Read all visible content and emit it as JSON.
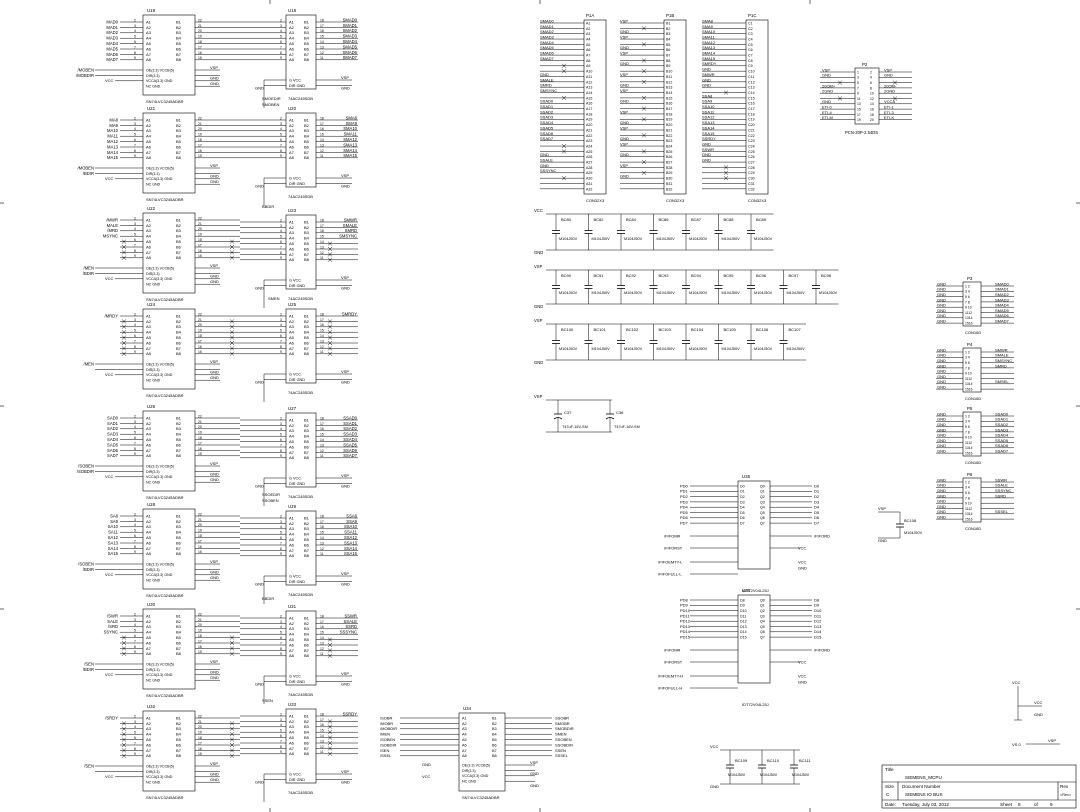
{
  "title_block": {
    "title_caption": "Title",
    "title": "SIEMENS_MCPU",
    "size_caption": "Size",
    "size": "C",
    "docnum_caption": "Document Number",
    "docnum": "SIEMENS IO BUS",
    "rev_caption": "Rev",
    "rev": "<Rev>",
    "date_caption": "Date:",
    "date": "Tuesday, July 03, 2012",
    "sheet_caption": "Sheet",
    "sheet_no": "8",
    "of_caption": "of",
    "sheet_total": "9"
  },
  "buffers_left": [
    {
      "ref": "U19",
      "part": "SN74LVC3245ADBR",
      "a_nets": [
        "MAD0",
        "MAD1",
        "MAD2",
        "MAD3",
        "MAD4",
        "MAD5",
        "MAD6",
        "MAD7"
      ],
      "ctrl_nets": [
        "/MOBEN",
        "/MOBDIR"
      ]
    },
    {
      "ref": "U21",
      "part": "SN74LVC3245ADBR",
      "a_nets": [
        "MA8",
        "MA9",
        "MA10",
        "MA11",
        "MA12",
        "MA13",
        "MA14",
        "MA15"
      ],
      "ctrl_nets": [
        "/MOBEN",
        "/BDIR"
      ]
    },
    {
      "ref": "U22",
      "part": "SN74LVC3245ADBR",
      "a_nets": [
        "/MWR",
        "MALE",
        "/MRD",
        "MSYNC",
        "",
        "",
        "",
        ""
      ],
      "ctrl_nets": [
        "/MEN",
        "/BDIR"
      ]
    },
    {
      "ref": "U24",
      "part": "SN74LVC3245ADBR",
      "a_nets": [
        "/MRDY",
        "",
        "",
        "",
        "",
        "",
        "",
        ""
      ],
      "ctrl_nets": [
        "/MEN",
        ""
      ]
    },
    {
      "ref": "U26",
      "part": "SN74LVC3245ADBR",
      "a_nets": [
        "SAD0",
        "SAD1",
        "SAD2",
        "SAD3",
        "SAD4",
        "SAD5",
        "SAD6",
        "SAD7"
      ],
      "ctrl_nets": [
        "/SOBEN",
        "/SOBDIR"
      ]
    },
    {
      "ref": "U28",
      "part": "SN74LVC3245ADBR",
      "a_nets": [
        "SA8",
        "SA9",
        "SA10",
        "SA11",
        "SA12",
        "SA13",
        "SA14",
        "SA15"
      ],
      "ctrl_nets": [
        "/SOBEN",
        "/BDIR"
      ]
    },
    {
      "ref": "U30",
      "part": "SN74LVC3245ADBR",
      "a_nets": [
        "/SWR",
        "SALE",
        "/SRD",
        "SSYNC",
        "",
        "",
        "",
        ""
      ],
      "ctrl_nets": [
        "/SEN",
        "/BDIR"
      ]
    },
    {
      "ref": "U32",
      "part": "SN74LVC3245ADBR",
      "a_nets": [
        "/SRDY",
        "",
        "",
        "",
        "",
        "",
        "",
        ""
      ],
      "ctrl_nets": [
        "/SEN",
        ""
      ]
    }
  ],
  "buffers_mid": [
    {
      "ref": "U18",
      "part": "74AC245SDB",
      "b_nets": [
        "SMAD0",
        "SMAD1",
        "SMAD2",
        "SMAD3",
        "SMAD4",
        "SMAD5",
        "SMAD6",
        "SMAD7"
      ]
    },
    {
      "ref": "U20",
      "part": "74AC245SDB",
      "b_nets": [
        "SMA8",
        "SMA9",
        "SMA10",
        "SMA11",
        "SMA12",
        "SMA13",
        "SMA14",
        "SMA15"
      ]
    },
    {
      "ref": "U23",
      "part": "74AC245SDB",
      "b_nets": [
        "SMWR",
        "SMALE",
        "SMRD",
        "SMSYNC",
        "",
        "",
        "",
        ""
      ]
    },
    {
      "ref": "U25",
      "part": "74AC245SDB",
      "b_nets": [
        "SMRDY",
        "",
        "",
        "",
        "",
        "",
        "",
        ""
      ]
    },
    {
      "ref": "U27",
      "part": "74AC245SDB",
      "b_nets": [
        "SSAD0",
        "SSAD1",
        "SSAD2",
        "SSAD3",
        "SSAD4",
        "SSAD5",
        "SSAD6",
        "SSAD7"
      ]
    },
    {
      "ref": "U29",
      "part": "74AC245SDB",
      "b_nets": [
        "SSA8",
        "SSA9",
        "SSA10",
        "SSA11",
        "SSA12",
        "SSA13",
        "SSA14",
        "SSA15"
      ]
    },
    {
      "ref": "U31",
      "part": "74AC245SDB",
      "b_nets": [
        "SSWR",
        "SSALE",
        "SSRD",
        "SSSYNC",
        "",
        "",
        "",
        ""
      ]
    },
    {
      "ref": "U33",
      "part": "74AC245SDB",
      "b_nets": [
        "SSRDY",
        "",
        "",
        "",
        "",
        "",
        "",
        ""
      ]
    }
  ],
  "pin_a": [
    "A1",
    "A2",
    "A3",
    "A4",
    "A5",
    "A6",
    "A7",
    "A8"
  ],
  "pin_b": [
    "B1",
    "B2",
    "B3",
    "B4",
    "B5",
    "B6",
    "B7",
    "B8"
  ],
  "ctrl_pins_left": [
    "OE(3.3) VCCB(5)",
    "DIR(3.3)",
    "VCCA(3.3) GND",
    "NC    GND"
  ],
  "ctrl_pins_mid": [
    "G   VCC",
    "DIR  GND"
  ],
  "power": {
    "vsp": "VSP",
    "vcc": "VCC",
    "gnd": "GND"
  },
  "side_labels": {
    "smoedir": "SMOEDIR",
    "smoben": "SMOBEN",
    "ssoedir": "SSOEDIR",
    "ssoben": "SSOBEN",
    "bdir1": "BBDIR",
    "bdir2": "BBDIR",
    "smen": "SMEN",
    "ssen": "SSEN"
  },
  "connectors": [
    {
      "ref": "P1A",
      "part": "CON32X3",
      "nets": [
        "SMAD0",
        "SMAD1",
        "SMAD2",
        "SMAD3",
        "SMAD4",
        "SMAD5",
        "SMAD6",
        "SMAD7",
        "",
        "",
        "GND",
        "SMALE",
        "SMRD",
        "SMSYNC",
        "",
        "SSAD0",
        "SSAD1",
        "SSAD2",
        "SSAD3",
        "SSAD4",
        "SSAD5",
        "SSAD6",
        "SSAD7",
        "",
        "",
        "GND",
        "SSALE",
        "GND",
        "SSSYNC"
      ]
    },
    {
      "ref": "P1B",
      "part": "CON32X3",
      "nets": [
        "VSP",
        "",
        "GND",
        "VSP",
        "",
        "GND",
        "VSP",
        "",
        "GND",
        "",
        "VSP",
        "",
        "GND",
        "VSP",
        "",
        "GND",
        "",
        "VSP",
        "",
        "GND",
        "VSP",
        "",
        "GND",
        "VSP",
        "",
        "GND",
        "",
        "VSP",
        "",
        "GND"
      ]
    },
    {
      "ref": "P1C",
      "part": "CON32X3",
      "nets": [
        "SMA8",
        "SMA9",
        "SMA10",
        "SMA11",
        "SMA12",
        "SMA13",
        "SMA14",
        "SMA15",
        "SMRDY",
        "GND",
        "SMWR",
        "GND",
        "GND",
        "",
        "SSA8",
        "SSA9",
        "SSA10",
        "SSA11",
        "SSA12",
        "SSA13",
        "SSA14",
        "SSA15",
        "SSRDY",
        "GND",
        "SSWR",
        "GND",
        "GND"
      ]
    }
  ],
  "p2": {
    "ref": "P2",
    "part": "PCN-20P-2.54DS",
    "left": [
      "VSP",
      "GND",
      "",
      "20OM+",
      "2GND",
      "",
      "GND",
      "ETI-0",
      "ETI-4",
      "ETI-M"
    ],
    "right": [
      "VSP",
      "GND",
      "",
      "20OM-",
      "2GND",
      "",
      "VCCA",
      "ETI-1",
      "ETI-3",
      "ETI-K"
    ]
  },
  "cap_banks": [
    {
      "rail": "VCC",
      "caps": [
        "BC80",
        "BC82",
        "BC84",
        "BC86",
        "BC87",
        "BC88",
        "BC89"
      ]
    },
    {
      "rail": "VSP",
      "caps": [
        "BC90",
        "BC91",
        "BC92",
        "BC93",
        "BC94",
        "BC95",
        "BC96",
        "BC97",
        "BC98"
      ]
    },
    {
      "rail": "VSP",
      "caps": [
        "BC100",
        "BC101",
        "BC102",
        "BC103",
        "BC104",
        "BC105",
        "BC106",
        "BC107"
      ]
    }
  ],
  "cap_value": "M104J50V",
  "rail_gnd": "GND",
  "bulk_caps": {
    "rail": "VSP",
    "c1": "C37",
    "c1v": "T47uF-16V-SM",
    "c2": "C38",
    "c2v": "T47uF-16V-SM"
  },
  "right_cons": [
    {
      "ref": "P3",
      "part": "CON16D",
      "nets": [
        "SMAD0",
        "SMAD1",
        "SMAD2",
        "SMAD3",
        "SMAD4",
        "SMAD5",
        "SMAD6",
        "SMAD7"
      ]
    },
    {
      "ref": "P4",
      "part": "CON16D",
      "nets": [
        "SMWR",
        "SMALE",
        "SMSYNC",
        "SMRD",
        "",
        "",
        "SMSEL",
        ""
      ]
    },
    {
      "ref": "P5",
      "part": "CON16D",
      "nets": [
        "SSAD0",
        "SSAD1",
        "SSAD2",
        "SSAD3",
        "SSAD4",
        "SSAD5",
        "SSAD6",
        "SSAD7"
      ]
    },
    {
      "ref": "P6",
      "part": "CON16D",
      "nets": [
        "SSWR",
        "SSALE",
        "SSSYNC",
        "SSRD",
        "",
        "",
        "SSSEL",
        ""
      ]
    }
  ],
  "con_pins": [
    "1  2",
    "3  4",
    "5  6",
    "7  8",
    "9 10",
    "1112",
    "1314",
    "1516"
  ],
  "fifos": [
    {
      "ref": "U35",
      "part": "IDT72V04L25J",
      "in": [
        "PD0",
        "PD1",
        "PD2",
        "PD3",
        "PD4",
        "PD5",
        "PD6",
        "PD7"
      ],
      "out": [
        "D0",
        "D1",
        "D2",
        "D3",
        "D4",
        "D5",
        "D6",
        "D7"
      ],
      "ctl": [
        "/FIFOMR",
        "/FIFORST",
        "/FIFOEMTY-L",
        "/FIFOFULL-L"
      ],
      "rd": "/FIFORD"
    },
    {
      "ref": "U36",
      "part": "IDT72V04L25J",
      "in": [
        "PD8",
        "PD9",
        "PD10",
        "PD11",
        "PD12",
        "PD13",
        "PD14",
        "PD15"
      ],
      "out": [
        "D8",
        "D9",
        "D10",
        "D11",
        "D12",
        "D13",
        "D14",
        "D15"
      ],
      "ctl": [
        "/FIFOMR",
        "/FIFORST",
        "/FIFOEMTY-H",
        "/FIFOFULL-H"
      ],
      "rd": "/FIFORD"
    }
  ],
  "u34": {
    "ref": "U34",
    "part": "SN74LVC3245ADBR",
    "a_nets": [
      "/SOBR",
      "/MOBR",
      "/MOBDIR",
      "/MEN",
      "/SOBEN",
      "/SOBDIR",
      "/SEN",
      "/SSEL"
    ],
    "b_nets": [
      "SSOBR",
      "SMOBR",
      "SMOBDIR",
      "SMEN",
      "SSOBEN",
      "SSOBDIR",
      "SSEN",
      "SSSEL"
    ]
  },
  "bc108": {
    "ref": "BC108",
    "value": "M104J50V",
    "rail": "VSP",
    "gnd": "GND"
  },
  "bottom_caps": {
    "rail": "VCC",
    "gnd": "GND",
    "caps": [
      "BC109",
      "BC110",
      "BC111"
    ]
  },
  "vcc_sym": {
    "vcc": "VCC",
    "gnd": "GND",
    "vcc2": "VCC",
    "vsp": "VSP",
    "vs5": "VS.0"
  }
}
